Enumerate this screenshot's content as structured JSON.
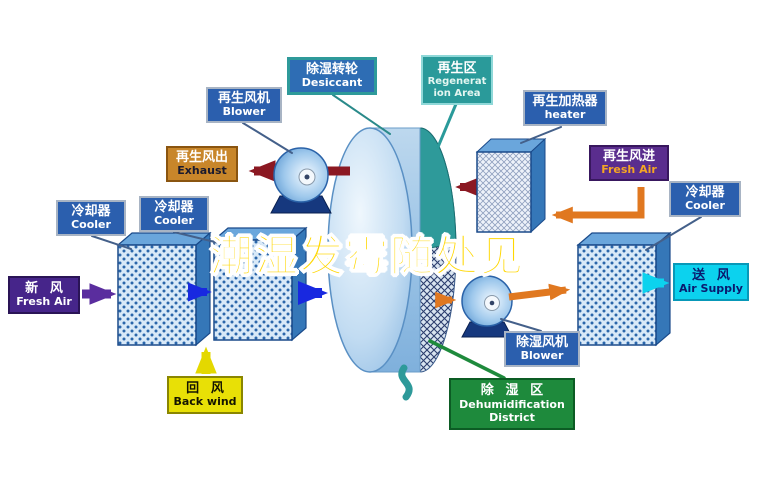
{
  "watermark": "潮湿发霉随处见",
  "labels": {
    "desiccant": {
      "zh": "除湿转轮",
      "en": "Desiccant"
    },
    "regen_blower": {
      "zh": "再生风机",
      "en": "Blower"
    },
    "regen_area": {
      "zh": "再生区",
      "en": "Regeneration Area"
    },
    "regen_heater": {
      "zh": "再生加热器",
      "en": "heater"
    },
    "exhaust_out": {
      "zh": "再生风出",
      "en": "Exhaust"
    },
    "regen_in": {
      "zh": "再生风进",
      "en": "Fresh Air"
    },
    "cooler_left_outer": {
      "zh": "冷却器",
      "en": "Cooler"
    },
    "cooler_left_inner": {
      "zh": "冷却器",
      "en": "Cooler"
    },
    "cooler_right": {
      "zh": "冷却器",
      "en": "Cooler"
    },
    "fresh_air": {
      "zh": "新风",
      "en": "Fresh Air"
    },
    "air_supply": {
      "zh": "送风",
      "en": "Air Supply"
    },
    "back_wind": {
      "zh": "回风",
      "en": "Back wind"
    },
    "dehumid_blower": {
      "zh": "除湿风机",
      "en": "Blower"
    },
    "dehumid_zone": {
      "zh": "除湿区",
      "en": "Dehumidification District"
    }
  },
  "colors": {
    "label_blue": "#2b5fae",
    "teal": "#2a9a9a",
    "orange_box": "#c8862a",
    "purple_box": "#5a2d8e",
    "deep_purple_box": "#46258a",
    "cyan_box": "#0cd2ee",
    "yellow_box": "#e8e006",
    "green_box": "#1e8a3c",
    "arrow_red": "#8b1822",
    "arrow_orange": "#e07820",
    "arrow_blue": "#1828e0",
    "arrow_purple": "#5a2d9e",
    "arrow_yellow": "#e4d800",
    "arrow_cyan": "#0cd2ee",
    "watermark_yellow": "#ffd700"
  }
}
